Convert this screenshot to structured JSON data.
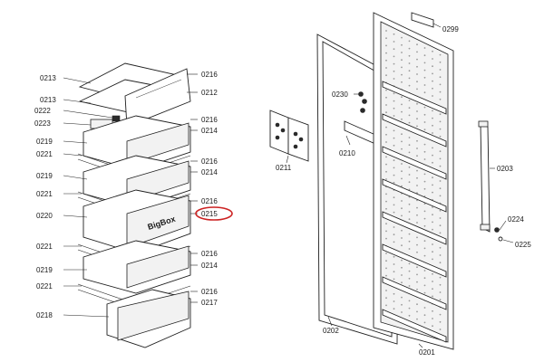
{
  "labels": {
    "0213a": "0213",
    "0213b": "0213",
    "0222": "0222",
    "0223": "0223",
    "0219a": "0219",
    "0221a": "0221",
    "0219b": "0219",
    "0221b": "0221",
    "0220": "0220",
    "0221c": "0221",
    "0219c": "0219",
    "0221d": "0221",
    "0218": "0218",
    "0216a": "0216",
    "0212": "0212",
    "0216b": "0216",
    "0214a": "0214",
    "0216c": "0216",
    "0214b": "0214",
    "0216d": "0216",
    "0215": "0215",
    "0216e": "0216",
    "0214c": "0214",
    "0216f": "0216",
    "0217": "0217",
    "0211": "0211",
    "0230": "0230",
    "0210": "0210",
    "0202": "0202",
    "0201": "0201",
    "0299": "0299",
    "0203": "0203",
    "0224": "0224",
    "0225": "0225"
  },
  "drawer_brand": "BigBox",
  "highlight": {
    "part": "0215",
    "color": "#cc2222"
  }
}
